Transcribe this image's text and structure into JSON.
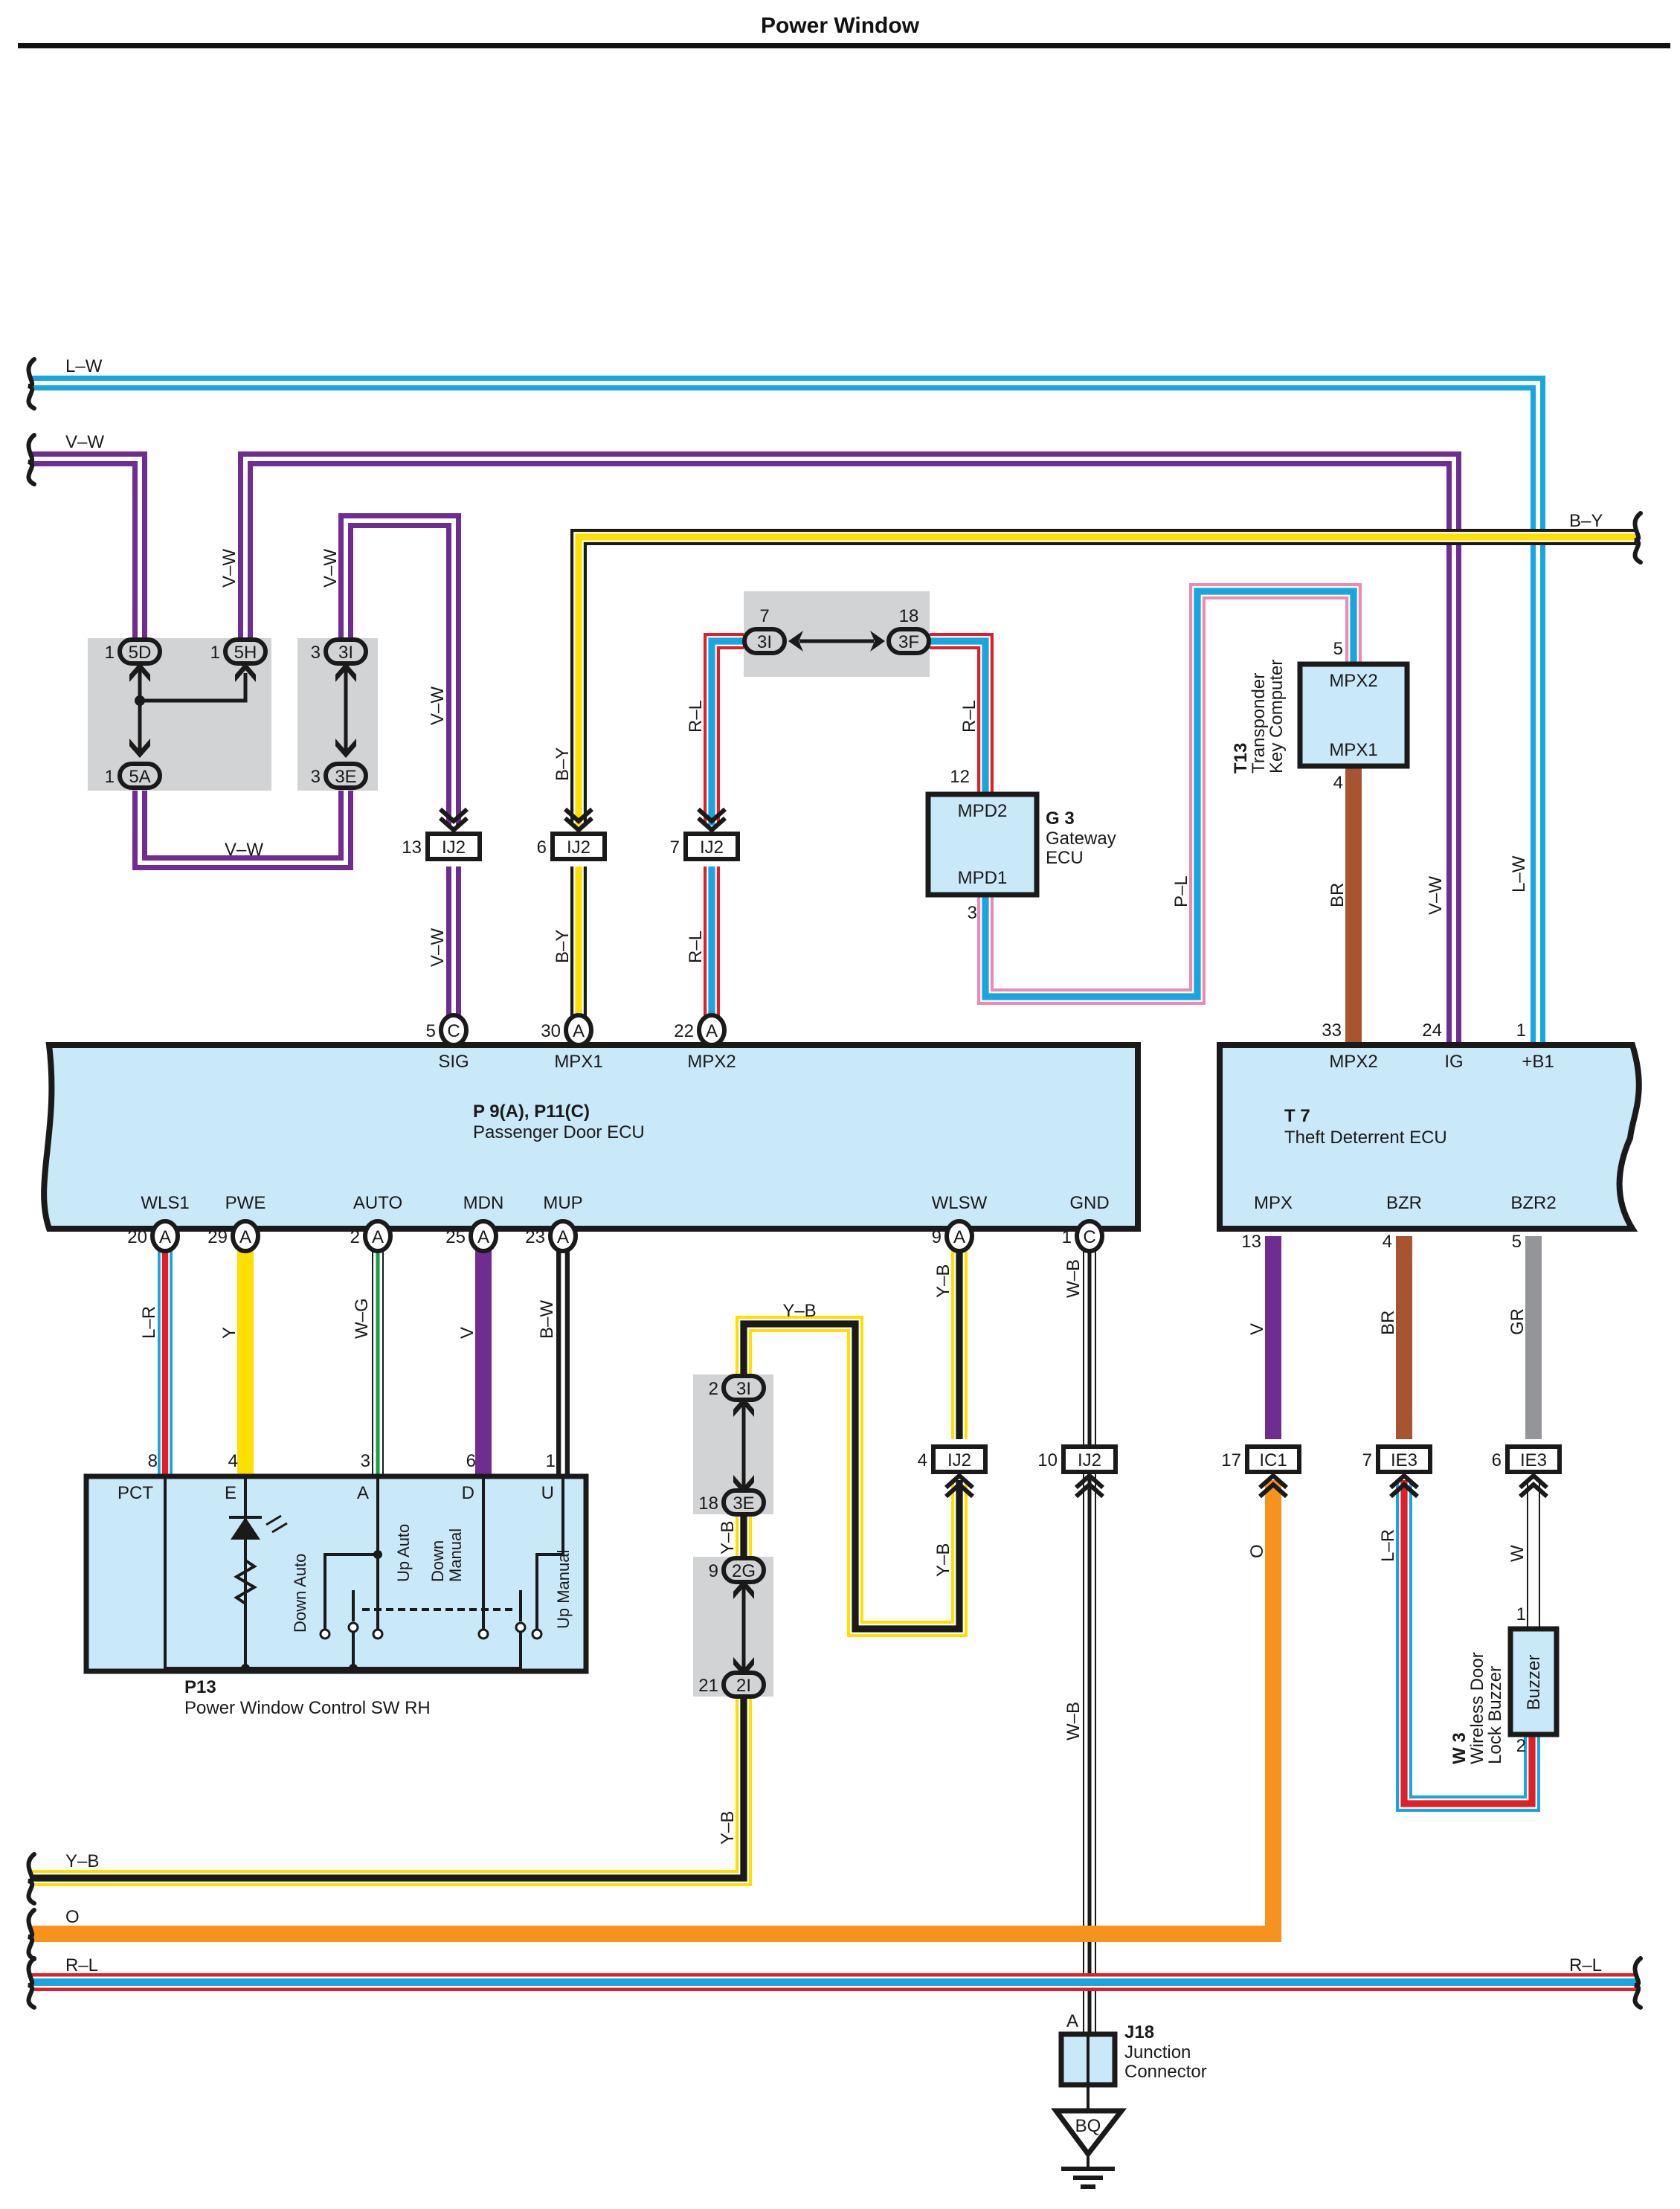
{
  "page": {
    "title": "Power Window"
  },
  "colors": {
    "ecu_fill": "#c9e8f8",
    "splice_bg": "#d2d3d5",
    "L": "#18a6e0",
    "V": "#6f2c91",
    "Y": "#fde000",
    "B": "#1a1a1a",
    "R": "#e21f26",
    "P": "#ee88b5",
    "BR": "#a75530",
    "GR": "#939598",
    "O": "#f6921e",
    "G": "#17a04a",
    "W": "#ffffff"
  },
  "wire_codes": {
    "lw": "L–W",
    "vw": "V–W",
    "by": "B–Y",
    "rl": "R–L",
    "pl": "P–L",
    "br": "BR",
    "lr": "L–R",
    "y": "Y",
    "wg": "W–G",
    "v": "V",
    "bw": "B–W",
    "yb": "Y–B",
    "wb": "W–B",
    "o": "O",
    "gr": "GR",
    "w": "W"
  },
  "components": {
    "passenger_ecu": {
      "code": "P 9(A), P11(C)",
      "name": "Passenger Door ECU",
      "top_pins": [
        {
          "pin": "5",
          "conn": "C",
          "term": "SIG"
        },
        {
          "pin": "30",
          "conn": "A",
          "term": "MPX1"
        },
        {
          "pin": "22",
          "conn": "A",
          "term": "MPX2"
        }
      ],
      "bottom_pins": [
        {
          "pin": "20",
          "conn": "A",
          "term": "WLS1"
        },
        {
          "pin": "29",
          "conn": "A",
          "term": "PWE"
        },
        {
          "pin": "2",
          "conn": "A",
          "term": "AUTO"
        },
        {
          "pin": "25",
          "conn": "A",
          "term": "MDN"
        },
        {
          "pin": "23",
          "conn": "A",
          "term": "MUP"
        },
        {
          "pin": "9",
          "conn": "A",
          "term": "WLSW"
        },
        {
          "pin": "1",
          "conn": "C",
          "term": "GND"
        }
      ]
    },
    "theft_ecu": {
      "code": "T 7",
      "name": "Theft Deterrent ECU",
      "top_pins": [
        {
          "pin": "33",
          "term": "MPX2"
        },
        {
          "pin": "24",
          "term": "IG"
        },
        {
          "pin": "1",
          "term": "+B1"
        }
      ],
      "bottom_pins": [
        {
          "pin": "13",
          "term": "MPX"
        },
        {
          "pin": "4",
          "term": "BZR"
        },
        {
          "pin": "5",
          "term": "BZR2"
        }
      ]
    },
    "gateway_ecu": {
      "code": "G 3",
      "name_line1": "Gateway",
      "name_line2": "ECU",
      "term_top": "MPD2",
      "term_bottom": "MPD1",
      "pin_top": "12",
      "pin_bottom": "3"
    },
    "transponder": {
      "code": "T13",
      "name_line1": "Transponder",
      "name_line2": "Key Computer",
      "term_top": "MPX2",
      "term_bottom": "MPX1",
      "pin_top": "5",
      "pin_bottom": "4"
    },
    "pw_switch": {
      "code": "P13",
      "name": "Power Window Control SW RH",
      "terms": [
        {
          "pin": "8",
          "term": "PCT"
        },
        {
          "pin": "4",
          "term": "E"
        },
        {
          "pin": "3",
          "term": "A"
        },
        {
          "pin": "6",
          "term": "D"
        },
        {
          "pin": "1",
          "term": "U"
        }
      ],
      "switch_labels": {
        "down_auto": "Down Auto",
        "up_auto": "Up Auto",
        "down_manual_1": "Down",
        "down_manual_2": "Manual",
        "up_manual": "Up Manual"
      }
    },
    "buzzer": {
      "code": "W 3",
      "name_line1": "Wireless Door",
      "name_line2": "Lock Buzzer",
      "inner": "Buzzer",
      "pin_top": "1",
      "pin_bottom": "2"
    },
    "junction": {
      "code": "J18",
      "name_line1": "Junction",
      "name_line2": "Connector",
      "pin": "A"
    },
    "ground": {
      "code": "BQ"
    }
  },
  "connectors": {
    "ij2_13": {
      "pin": "13",
      "id": "IJ2"
    },
    "ij2_6": {
      "pin": "6",
      "id": "IJ2"
    },
    "ij2_7": {
      "pin": "7",
      "id": "IJ2"
    },
    "ij2_4": {
      "pin": "4",
      "id": "IJ2"
    },
    "ij2_10": {
      "pin": "10",
      "id": "IJ2"
    },
    "ic1_17": {
      "pin": "17",
      "id": "IC1"
    },
    "ie3_7": {
      "pin": "7",
      "id": "IE3"
    },
    "ie3_6": {
      "pin": "6",
      "id": "IE3"
    }
  },
  "splices": {
    "s5d": {
      "pin": "1",
      "id": "5D"
    },
    "s5h": {
      "pin": "1",
      "id": "5H"
    },
    "s5a": {
      "pin": "1",
      "id": "5A"
    },
    "s3i_a": {
      "pin": "3",
      "id": "3I"
    },
    "s3e_a": {
      "pin": "3",
      "id": "3E"
    },
    "s3i_b": {
      "pin": "7",
      "id": "3I"
    },
    "s3f": {
      "pin": "18",
      "id": "3F"
    },
    "s3i_c": {
      "pin": "2",
      "id": "3I"
    },
    "s3e_c": {
      "pin": "18",
      "id": "3E"
    },
    "s2g": {
      "pin": "9",
      "id": "2G"
    },
    "s2i": {
      "pin": "21",
      "id": "2I"
    }
  }
}
